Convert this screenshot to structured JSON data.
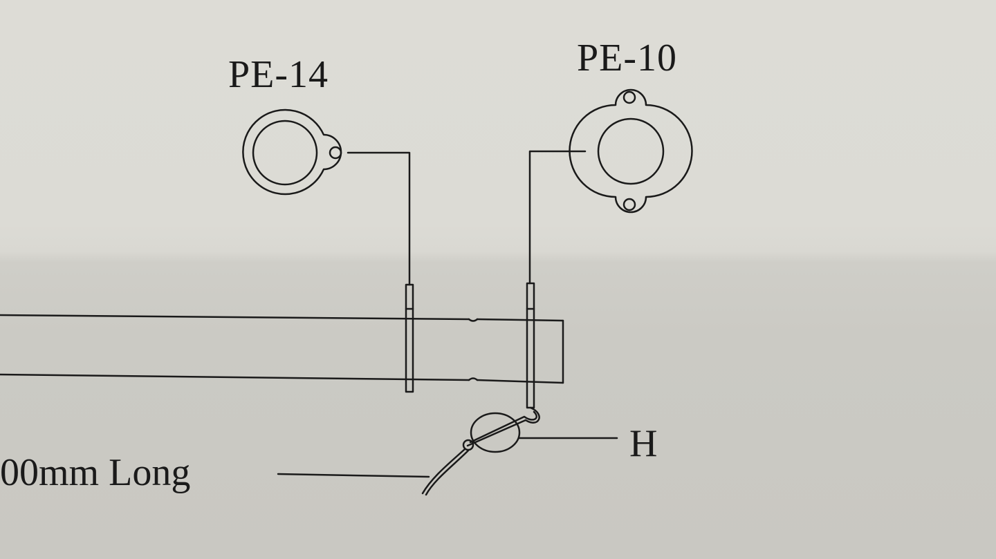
{
  "labels": {
    "part_a": "PE-14",
    "part_b": "PE-10",
    "part_h": "H",
    "length_note": "00mm Long"
  },
  "colors": {
    "ink": "#1a1a1a",
    "paper": "#dcdbd5"
  }
}
